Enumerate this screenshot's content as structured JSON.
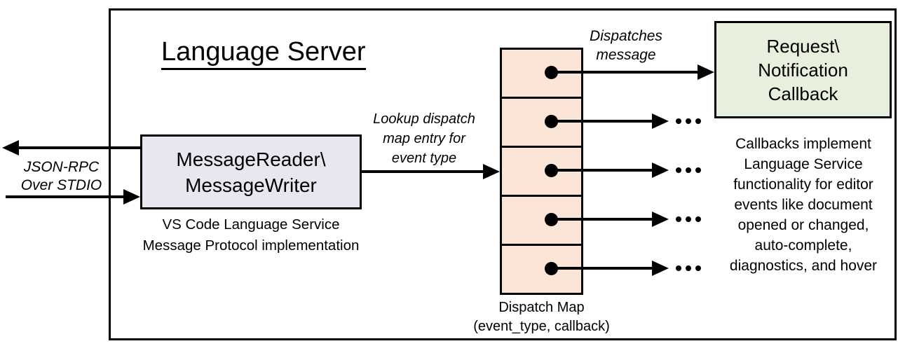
{
  "colors": {
    "reader_fill": "#E8E7EF",
    "dispatch_fill": "#FBE5D6",
    "callback_fill": "#E7F0DD",
    "line_color": "#000000"
  },
  "diagram": {
    "title": "Language Server",
    "stdio_label": "JSON-RPC\nOver STDIO",
    "reader_box": {
      "label": "MessageReader\\\nMessageWriter",
      "caption": "VS Code Language Service\nMessage Protocol implementation"
    },
    "lookup_label": "Lookup dispatch\nmap entry for\nevent type",
    "dispatch_map": {
      "rows": 5,
      "label": "Dispatch Map\n(event_type, callback)"
    },
    "dispatches_label": "Dispatches\nmessage",
    "callback_box": {
      "label": "Request\\\nNotification\nCallback",
      "caption": "Callbacks implement\nLanguage Service\nfunctionality for editor\nevents like document\nopened or changed,\nauto-complete,\ndiagnostics, and hover"
    }
  }
}
